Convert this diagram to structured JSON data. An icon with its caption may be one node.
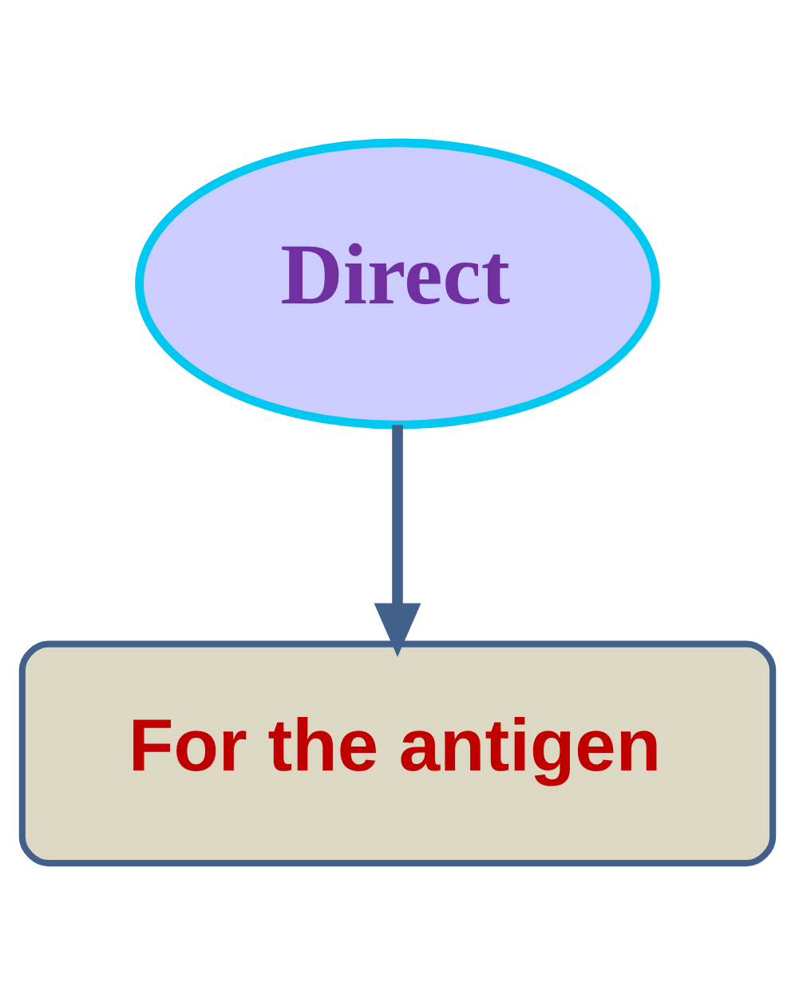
{
  "diagram": {
    "nodes": [
      {
        "text": [
          "Direct"
        ]
      },
      {
        "text": [
          "For the antigen"
        ]
      }
    ],
    "edges": [
      {
        "from": 0,
        "to": 1,
        "arrow": "to"
      }
    ]
  }
}
